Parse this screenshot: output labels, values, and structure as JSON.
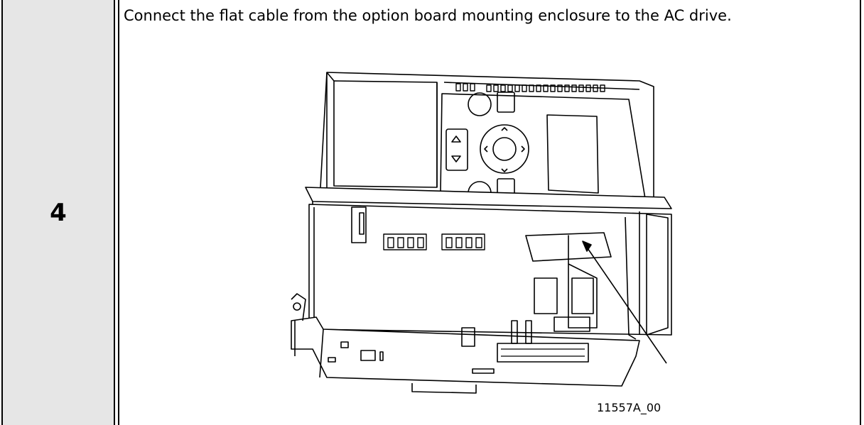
{
  "step": {
    "number": "4"
  },
  "instruction": {
    "text": "Connect the flat cable from the option board mounting enclosure to the AC drive."
  },
  "figure": {
    "id": "11557A_00"
  }
}
